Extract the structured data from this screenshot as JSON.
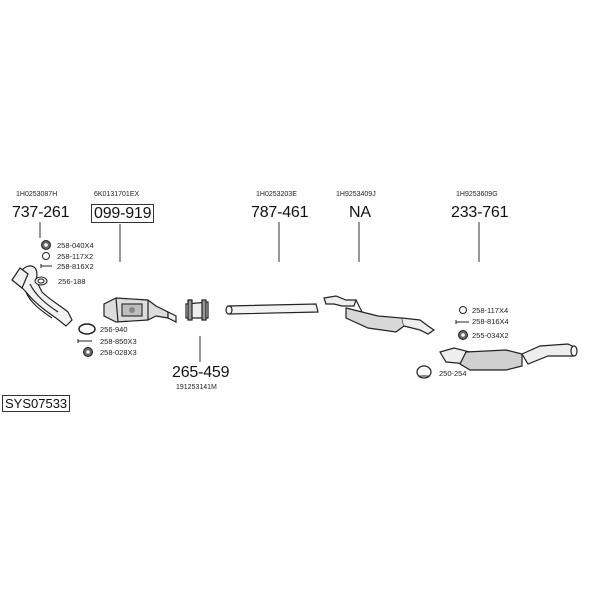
{
  "system_code": "SYS07533",
  "groups": [
    {
      "oem": "1H0253087H",
      "part": "737-261"
    },
    {
      "oem": "6K0131701EX",
      "part": "099-919"
    },
    {
      "oem": "1H0253203E",
      "part": "787-461"
    },
    {
      "oem": "1H9253409J",
      "part": "NA"
    },
    {
      "oem": "1H9253609G",
      "part": "233-761"
    },
    {
      "oem": "191253141M",
      "part": "265-459"
    }
  ],
  "fittings": {
    "front_top": [
      "258-040X4",
      "258-117X2",
      "258-816X2"
    ],
    "front_clamp": "256-188",
    "front_bottom": [
      "256-940",
      "258-850X3",
      "258-028X3"
    ],
    "rear": [
      "258-117X4",
      "258-816X4",
      "255-034X2"
    ],
    "rear_clamp": "250-254"
  }
}
